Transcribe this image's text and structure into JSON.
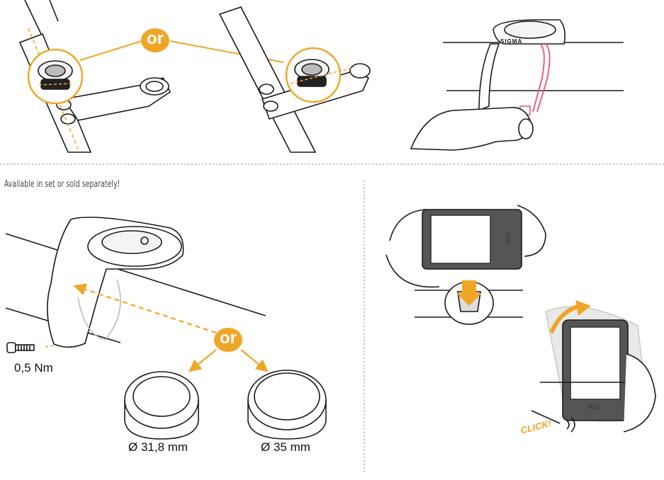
{
  "or_label": "or",
  "note": "Available in set or sold separately!",
  "torque": "0,5 Nm",
  "ring_small": "Ø 31,8 mm",
  "ring_large": "Ø 35 mm",
  "click": "CLICK!",
  "brand": "SIGMA",
  "device_model": "ROX",
  "colors": {
    "accent": "#f0a526",
    "strap": "#e8607a",
    "line": "#1a1a1a"
  }
}
